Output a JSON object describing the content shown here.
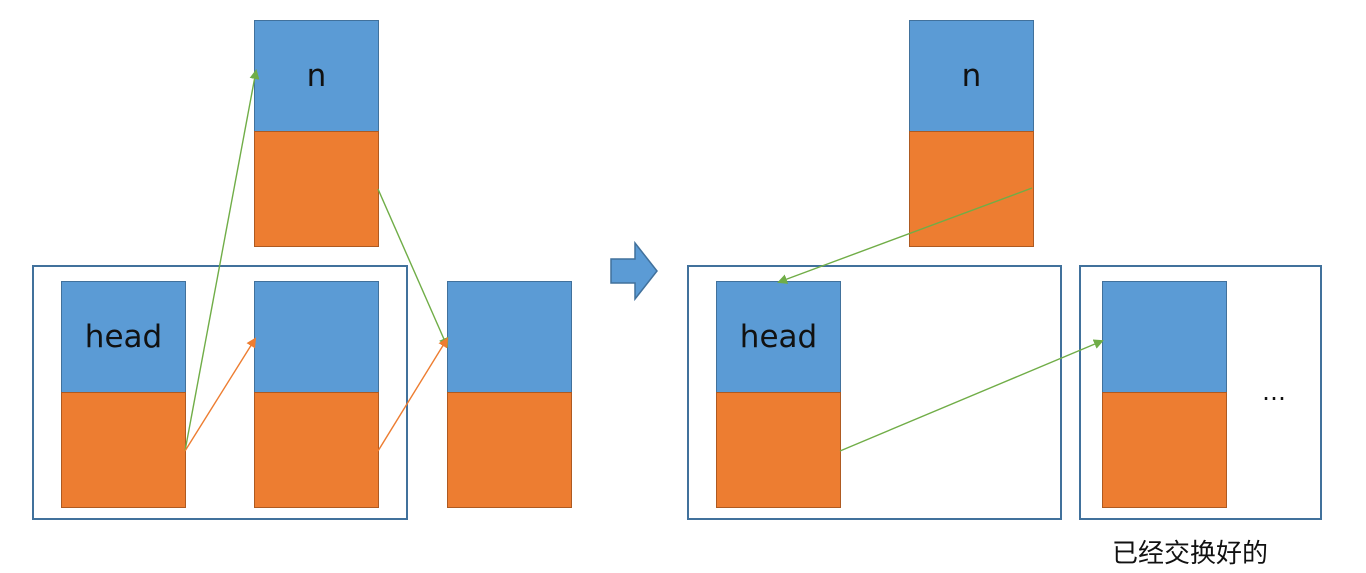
{
  "left": {
    "node_n": {
      "label": "n"
    },
    "node_head": {
      "label": "head"
    },
    "node_2": {
      "label": ""
    },
    "node_3": {
      "label": ""
    }
  },
  "right": {
    "node_n": {
      "label": "n"
    },
    "node_head": {
      "label": "head"
    },
    "node_swapped": {
      "label": ""
    },
    "ellipsis": "…",
    "caption": "已经交换好的"
  },
  "colors": {
    "data_fill": "#5b9bd5",
    "next_fill": "#ed7d31",
    "frame_stroke": "#41719c",
    "green_arrow": "#70ad47",
    "orange_arrow": "#ed7d31",
    "transition_arrow": "#5b9bd5"
  }
}
